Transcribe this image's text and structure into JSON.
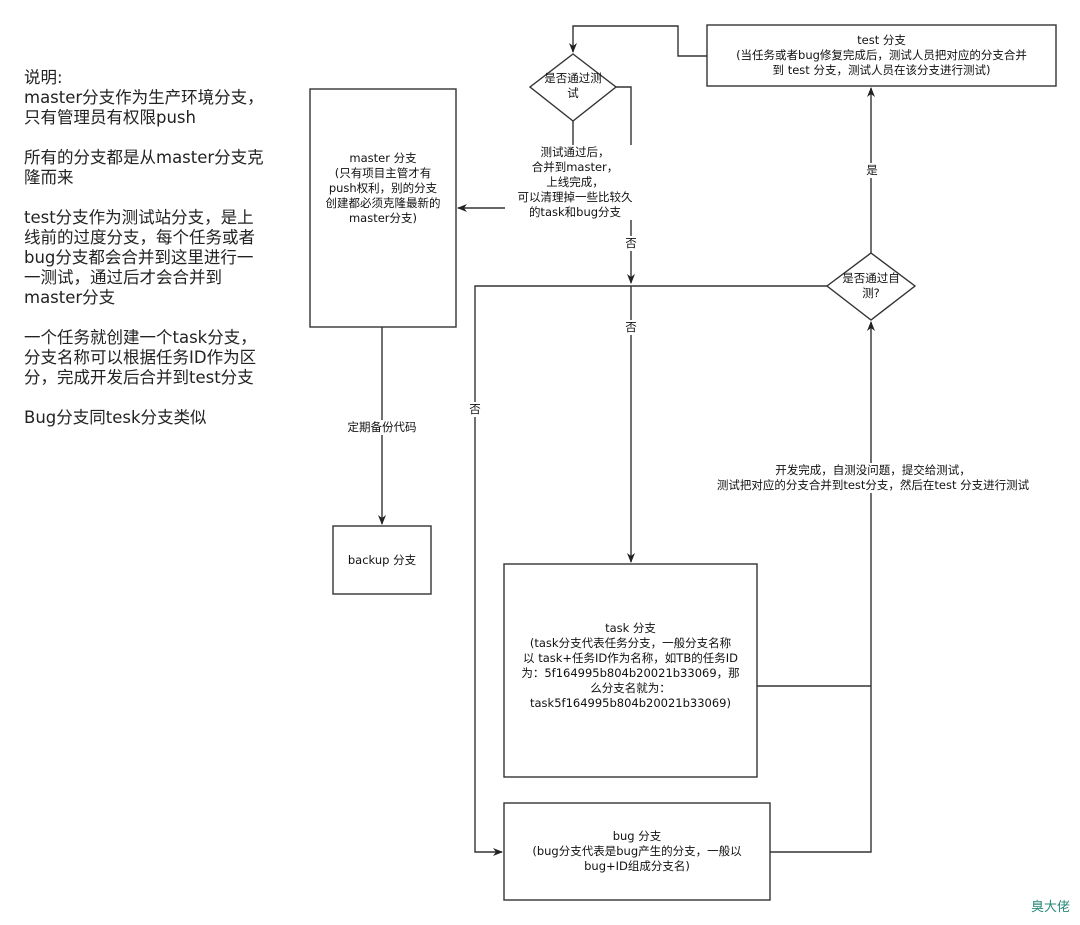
{
  "notes": {
    "para1": "说明:\nmaster分支作为生产环境分支，\n只有管理员有权限push",
    "para2": "所有的分支都是从master分支克\n隆而来",
    "para3": "test分支作为测试站分支，是上\n线前的过度分支，每个任务或者\nbug分支都会合并到这里进行一\n一测试，通过后才会合并到\nmaster分支",
    "para4": "一个任务就创建一个task分支，\n分支名称可以根据任务ID作为区\n分，完成开发后合并到test分支",
    "para5": "Bug分支同tesk分支类似"
  },
  "nodes": {
    "master": {
      "title": "master 分支",
      "desc": "(只有项目主管才有\npush权利，别的分支\n创建都必须克隆最新的\nmaster分支)"
    },
    "backup": {
      "title": "backup 分支"
    },
    "test": {
      "title": "test 分支",
      "desc": "(当任务或者bug修复完成后，测试人员把对应的分支合并\n到 test 分支，测试人员在该分支进行测试)"
    },
    "task": {
      "title": "task 分支",
      "desc": "(task分支代表任务分支，一般分支名称\n以 task+任务ID作为名称，如TB的任务ID\n为：5f164995b804b20021b33069，那\n么分支名就为：\ntask5f164995b804b20021b33069)"
    },
    "bug": {
      "title": "bug 分支",
      "desc": "(bug分支代表是bug产生的分支，一般以\nbug+ID组成分支名)"
    },
    "decision_test": {
      "text": "是否通过测\n试"
    },
    "decision_self": {
      "text": "是否通过自\n测?"
    }
  },
  "edge_labels": {
    "merge_master": "测试通过后，\n合并到master，\n上线完成，\n可以清理掉一些比较久\n的task和bug分支",
    "backup": "定期备份代码",
    "yes": "是",
    "no_top": "否",
    "no_mid": "否",
    "no_left": "否",
    "dev_done": "开发完成，自测没问题，提交给测试，\n测试把对应的分支合并到test分支，然后在test 分支进行测试"
  },
  "watermark": "臭大佬",
  "colors": {
    "line": "#333333",
    "watermark": "#2a8a7a"
  }
}
